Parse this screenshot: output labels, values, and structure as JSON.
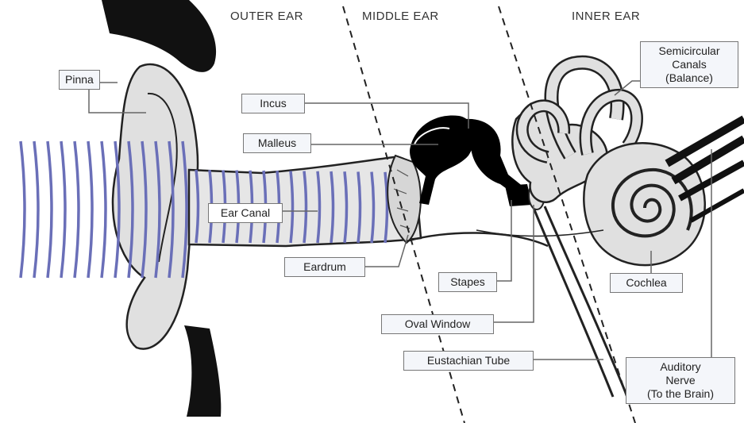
{
  "title": "",
  "regions": {
    "outer": "OUTER EAR",
    "middle": "MIDDLE EAR",
    "inner": "INNER EAR"
  },
  "labels": {
    "pinna": "Pinna",
    "incus": "Incus",
    "malleus": "Malleus",
    "ear_canal": "Ear Canal",
    "eardrum": "Eardrum",
    "stapes": "Stapes",
    "oval_window": "Oval Window",
    "eustachian_tube": "Eustachian Tube",
    "cochlea": "Cochlea",
    "semicircular_canals": [
      "Semicircular",
      "Canals",
      "(Balance)"
    ],
    "auditory_nerve": [
      "Auditory",
      "Nerve",
      "(To the Brain)"
    ]
  },
  "colors": {
    "sound_waves": "#6a6fb8",
    "tissue": "#e0e0e0",
    "bone": "#000000",
    "line": "#666666"
  }
}
